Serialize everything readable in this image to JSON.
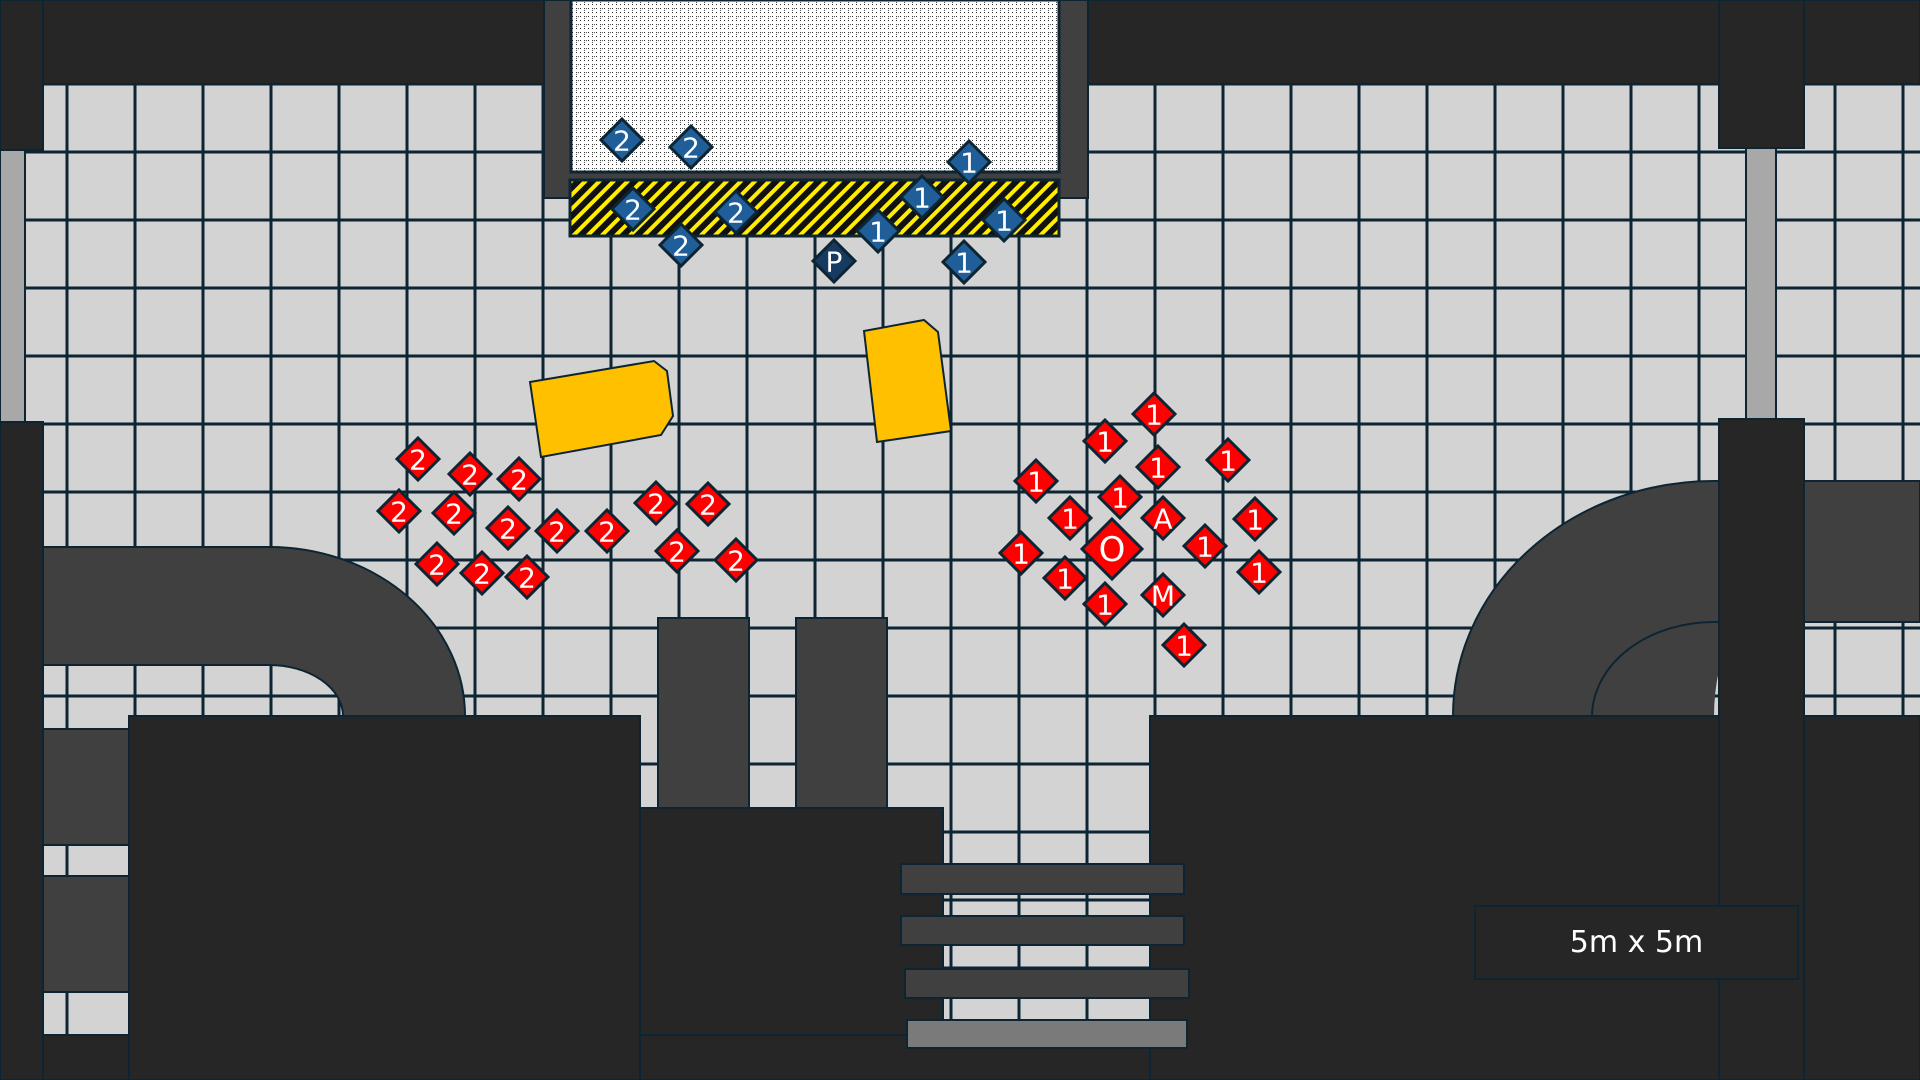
{
  "map": {
    "scale_label": "5m x 5m",
    "colors": {
      "floor": "#d3d3d3",
      "grid": "#0d2533",
      "wall": "#262626",
      "structure": "#404040",
      "hazard_stripe": "#ffee00",
      "vehicle": "#ffc000",
      "blue_team": "#1f5e99",
      "blue_team_leader": "#163a62",
      "red_team": "#ff0000"
    },
    "blue_markers": [
      "2",
      "2",
      "1",
      "2",
      "2",
      "1",
      "1",
      "2",
      "P",
      "1",
      "1"
    ],
    "red_markers": [
      "2",
      "2",
      "2",
      "2",
      "2",
      "2",
      "2",
      "2",
      "2",
      "2",
      "2",
      "2",
      "2",
      "2",
      "2",
      "1",
      "1",
      "1",
      "1",
      "1",
      "1",
      "1",
      "A",
      "1",
      "O",
      "1",
      "1",
      "1",
      "1",
      "1",
      "M",
      "1"
    ]
  }
}
